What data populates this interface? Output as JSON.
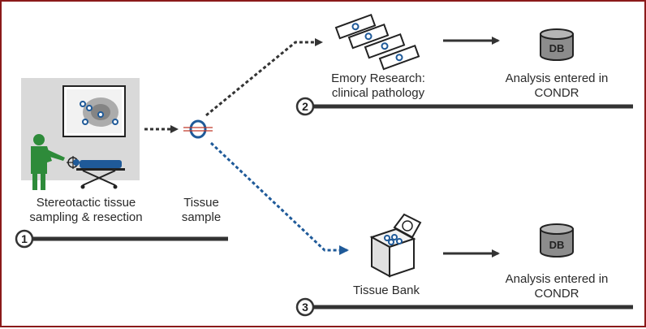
{
  "colors": {
    "frame": "#8b1a1a",
    "line": "#333333",
    "blue": "#1f5a99",
    "green": "#2e8b3a",
    "panel": "#d9d9d9"
  },
  "labels": {
    "sampling": [
      "Stereotactic tissue",
      "sampling & resection"
    ],
    "tissue_sample": [
      "Tissue",
      "sample"
    ],
    "emory": [
      "Emory Research:",
      "clinical pathology"
    ],
    "analysis_top": [
      "Analysis entered in",
      "CONDR"
    ],
    "tissue_bank": [
      "Tissue Bank"
    ],
    "analysis_bottom": [
      "Analysis entered in",
      "CONDR"
    ]
  },
  "steps": [
    "1",
    "2",
    "3"
  ],
  "db_label": "DB",
  "icons": [
    "surgeon-icon",
    "patient-bed-icon",
    "imaging-monitor-icon",
    "tissue-sample-icon",
    "slides-icon",
    "database-icon",
    "tissue-bank-box-icon"
  ]
}
